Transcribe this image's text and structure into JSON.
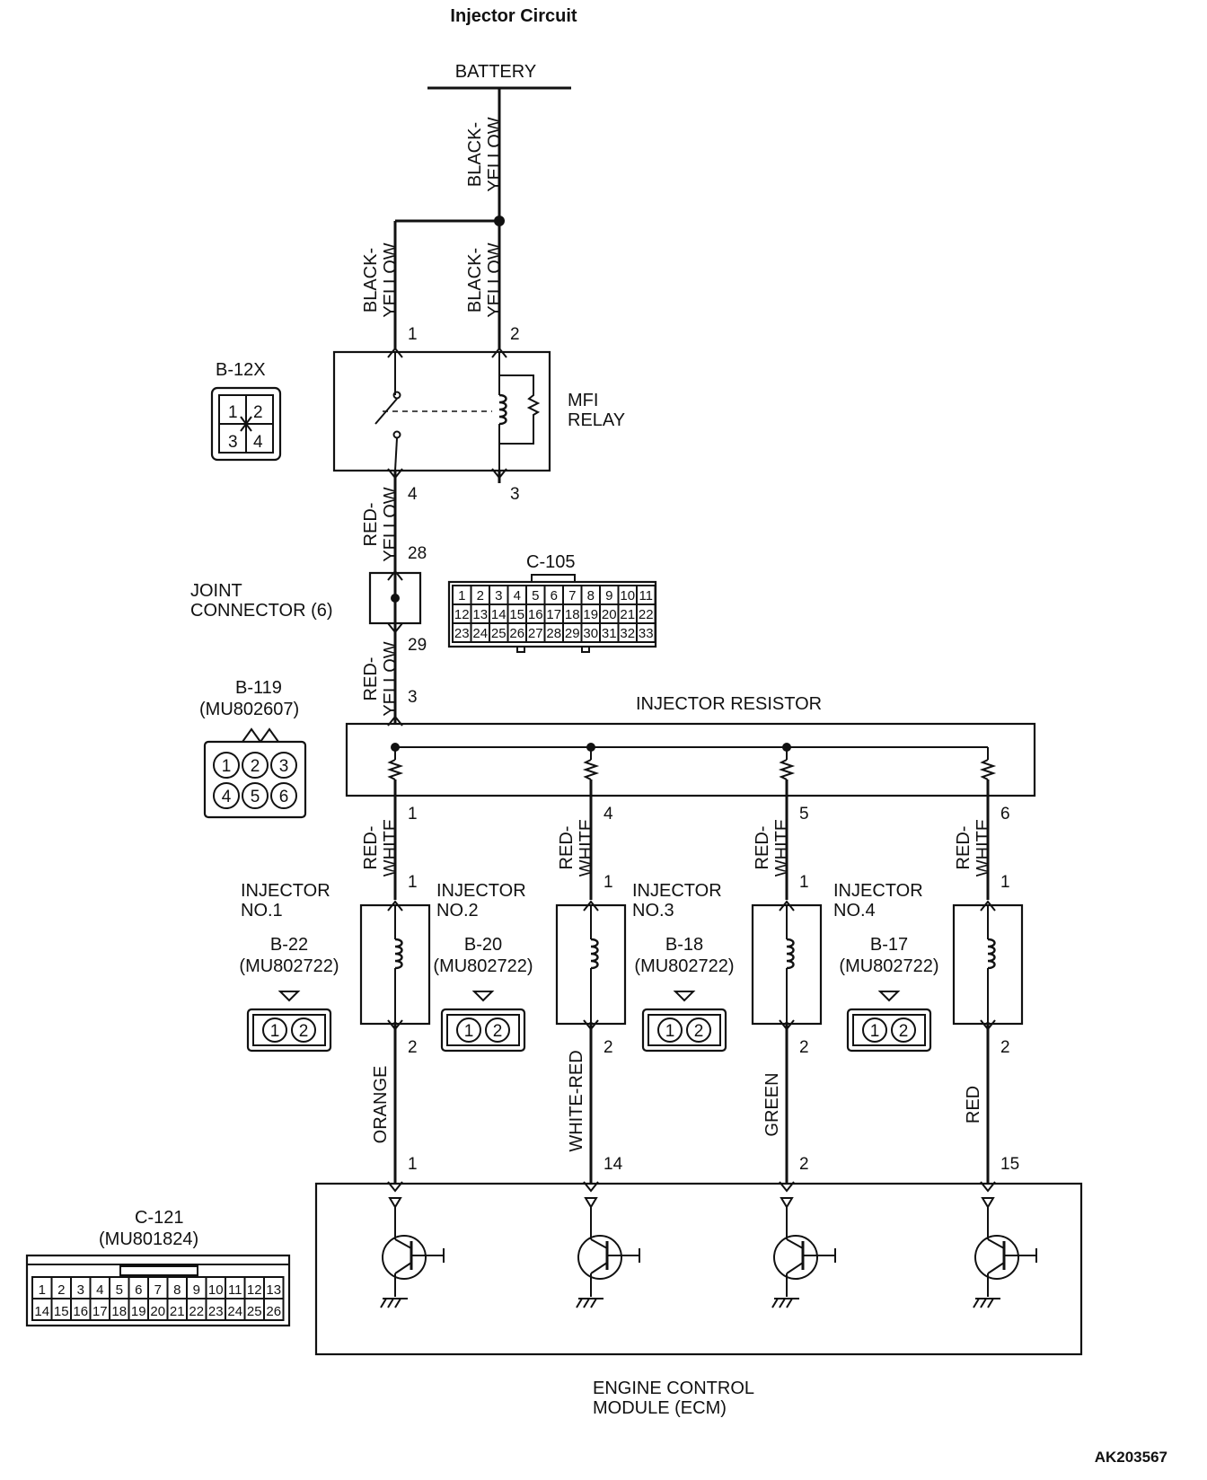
{
  "title": "Injector Circuit",
  "code": "AK203567",
  "battery": {
    "label": "BATTERY",
    "wire_color": "BLACK-\nYELLOW"
  },
  "relay": {
    "name": "MFI\nRELAY",
    "pins": [
      "1",
      "2",
      "4",
      "3"
    ],
    "wire_colors": {
      "pin1": "BLACK-\nYELLOW",
      "pin2": "BLACK-\nYELLOW",
      "pin4": "RED-\nYELLOW"
    }
  },
  "joint_connector": {
    "name": "JOINT\nCONNECTOR (6)",
    "pins": [
      "28",
      "29"
    ],
    "wire_color_out": "RED-\nYELLOW"
  },
  "injector_resistor": {
    "name": "INJECTOR RESISTOR",
    "input_pin": "3"
  },
  "injectors": [
    {
      "name": "INJECTOR\nNO.1",
      "connector": "B-22",
      "part": "(MU802722)",
      "resistor_pin": "1",
      "in_pin": "1",
      "out_pin": "2",
      "res_wire": "RED-\nWHITE",
      "ecm_wire": "ORANGE",
      "ecm_pin": "1"
    },
    {
      "name": "INJECTOR\nNO.2",
      "connector": "B-20",
      "part": "(MU802722)",
      "resistor_pin": "4",
      "in_pin": "1",
      "out_pin": "2",
      "res_wire": "RED-\nWHITE",
      "ecm_wire": "WHITE-RED",
      "ecm_pin": "14"
    },
    {
      "name": "INJECTOR\nNO.3",
      "connector": "B-18",
      "part": "(MU802722)",
      "resistor_pin": "5",
      "in_pin": "1",
      "out_pin": "2",
      "res_wire": "RED-\nWHITE",
      "ecm_wire": "GREEN",
      "ecm_pin": "2"
    },
    {
      "name": "INJECTOR\nNO.4",
      "connector": "B-17",
      "part": "(MU802722)",
      "resistor_pin": "6",
      "in_pin": "1",
      "out_pin": "2",
      "res_wire": "RED-\nWHITE",
      "ecm_wire": "RED",
      "ecm_pin": "15"
    }
  ],
  "ecm": {
    "name": "ENGINE CONTROL\nMODULE (ECM)"
  },
  "connectors": {
    "b12x": {
      "name": "B-12X",
      "pins": [
        "1",
        "2",
        "3",
        "4"
      ]
    },
    "c105": {
      "name": "C-105",
      "rows": [
        [
          "1",
          "2",
          "3",
          "4",
          "5",
          "6",
          "7",
          "8",
          "9",
          "10",
          "11"
        ],
        [
          "12",
          "13",
          "14",
          "15",
          "16",
          "17",
          "18",
          "19",
          "20",
          "21",
          "22"
        ],
        [
          "23",
          "24",
          "25",
          "26",
          "27",
          "28",
          "29",
          "30",
          "31",
          "32",
          "33"
        ]
      ]
    },
    "b119": {
      "name": "B-119",
      "part": "(MU802607)",
      "pins": [
        "1",
        "2",
        "3",
        "4",
        "5",
        "6"
      ]
    },
    "injector_plug": {
      "pins": [
        "1",
        "2"
      ]
    },
    "c121": {
      "name": "C-121",
      "part": "(MU801824)",
      "rows": [
        [
          "1",
          "2",
          "3",
          "4",
          "5",
          "6",
          "7",
          "8",
          "9",
          "10",
          "11",
          "12",
          "13"
        ],
        [
          "14",
          "15",
          "16",
          "17",
          "18",
          "19",
          "20",
          "21",
          "22",
          "23",
          "24",
          "25",
          "26"
        ]
      ]
    }
  }
}
